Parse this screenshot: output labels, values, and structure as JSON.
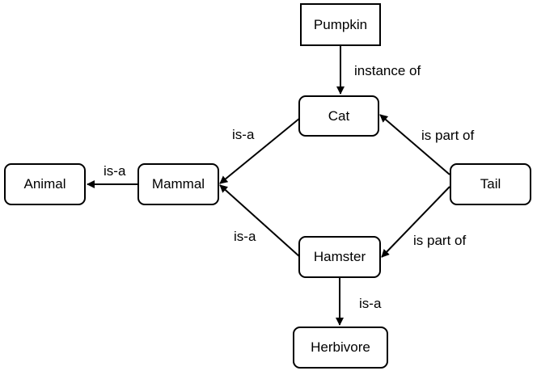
{
  "nodes": {
    "pumpkin": "Pumpkin",
    "cat": "Cat",
    "mammal": "Mammal",
    "animal": "Animal",
    "tail": "Tail",
    "hamster": "Hamster",
    "herbivore": "Herbivore"
  },
  "edges": {
    "pumpkin_cat": "instance of",
    "cat_mammal": "is-a",
    "mammal_animal": "is-a",
    "tail_cat": "is part of",
    "hamster_mammal": "is-a",
    "tail_hamster": "is part of",
    "hamster_herbivore": "is-a"
  }
}
